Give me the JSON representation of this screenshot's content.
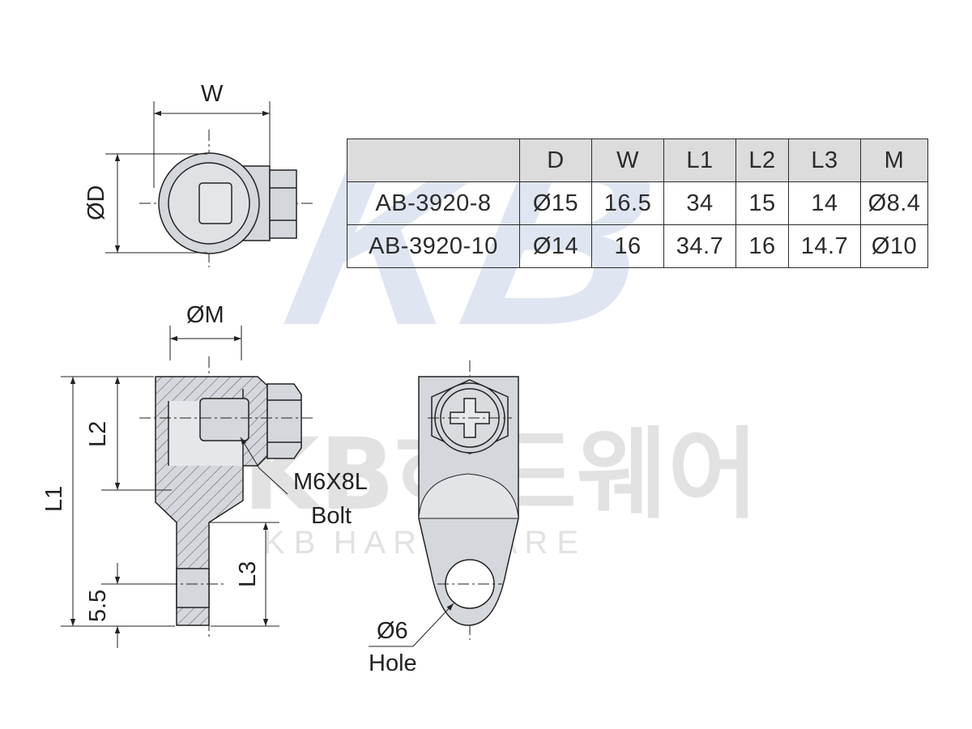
{
  "watermark": {
    "logo": "KB",
    "company": "KB하드웨어",
    "subtitle": "K B  H A R D W A R E"
  },
  "dimensions": {
    "W": "W",
    "D": "ØD",
    "M": "ØM",
    "L1": "L1",
    "L2": "L2",
    "L3": "L3",
    "offset": "5.5",
    "bolt_size": "M6X8L",
    "bolt_label": "Bolt",
    "hole_size": "Ø6",
    "hole_label": "Hole"
  },
  "table": {
    "headers": [
      "",
      "D",
      "W",
      "L1",
      "L2",
      "L3",
      "M"
    ],
    "rows": [
      [
        "AB-3920-8",
        "Ø15",
        "16.5",
        "34",
        "15",
        "14",
        "Ø8.4"
      ],
      [
        "AB-3920-10",
        "Ø14",
        "16",
        "34.7",
        "16",
        "14.7",
        "Ø10"
      ]
    ]
  }
}
